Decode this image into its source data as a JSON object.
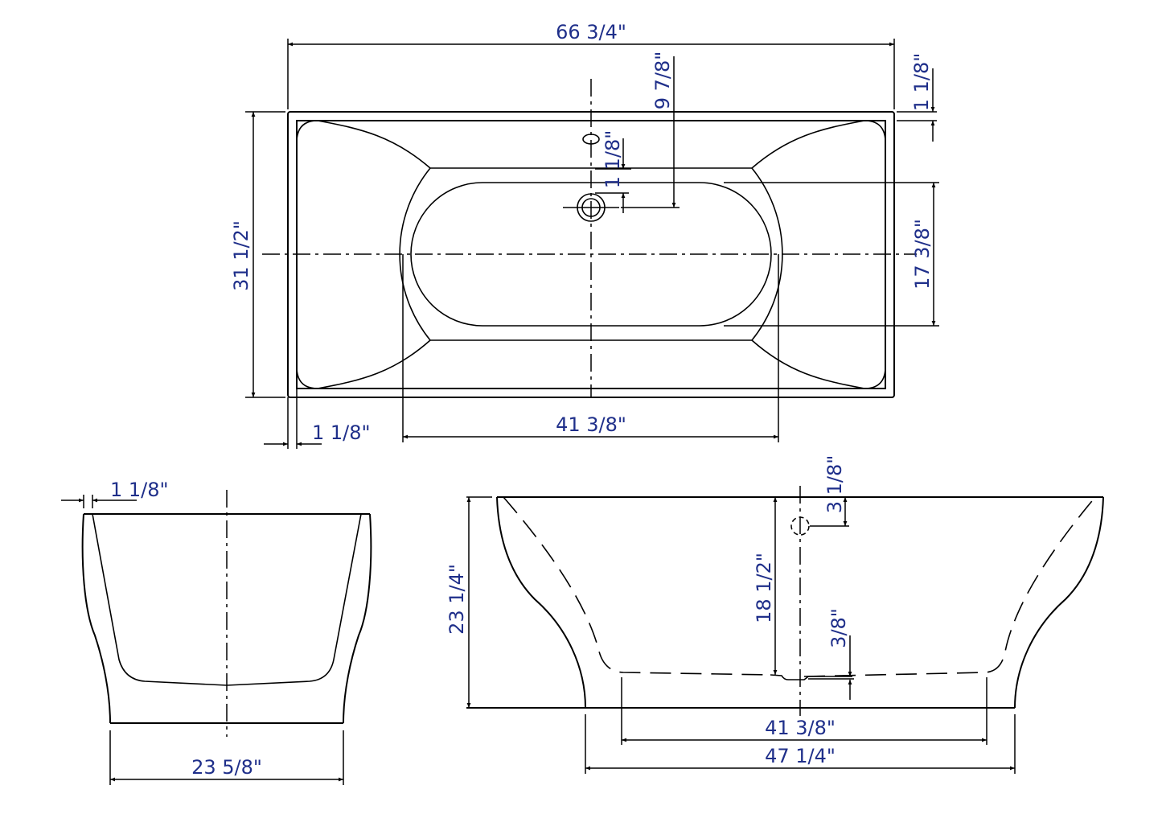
{
  "drawing": {
    "title": "Bathtub dimensional drawing",
    "text_color": "#1f2f8a",
    "line_color": "#000000",
    "views": {
      "top": {
        "overall_length": "66 3/4\"",
        "overall_width": "31 1/2\"",
        "drain_offset_from_top": "9 7/8\"",
        "rim_thickness_right": "1 1/8\"",
        "overflow_to_drain": "1 1/8\"",
        "basin_width": "17 3/8\"",
        "rim_thickness_left": "1 1/8\"",
        "basin_length": "41 3/8\""
      },
      "end": {
        "rim_thickness": "1 1/8\"",
        "base_width": "23 5/8\""
      },
      "side": {
        "overall_height": "23 1/4\"",
        "overflow_from_top": "3 1/8\"",
        "interior_depth": "18 1/2\"",
        "drain_recess": "3/8\"",
        "basin_floor_length": "41 3/8\"",
        "base_length": "47 1/4\""
      }
    }
  }
}
